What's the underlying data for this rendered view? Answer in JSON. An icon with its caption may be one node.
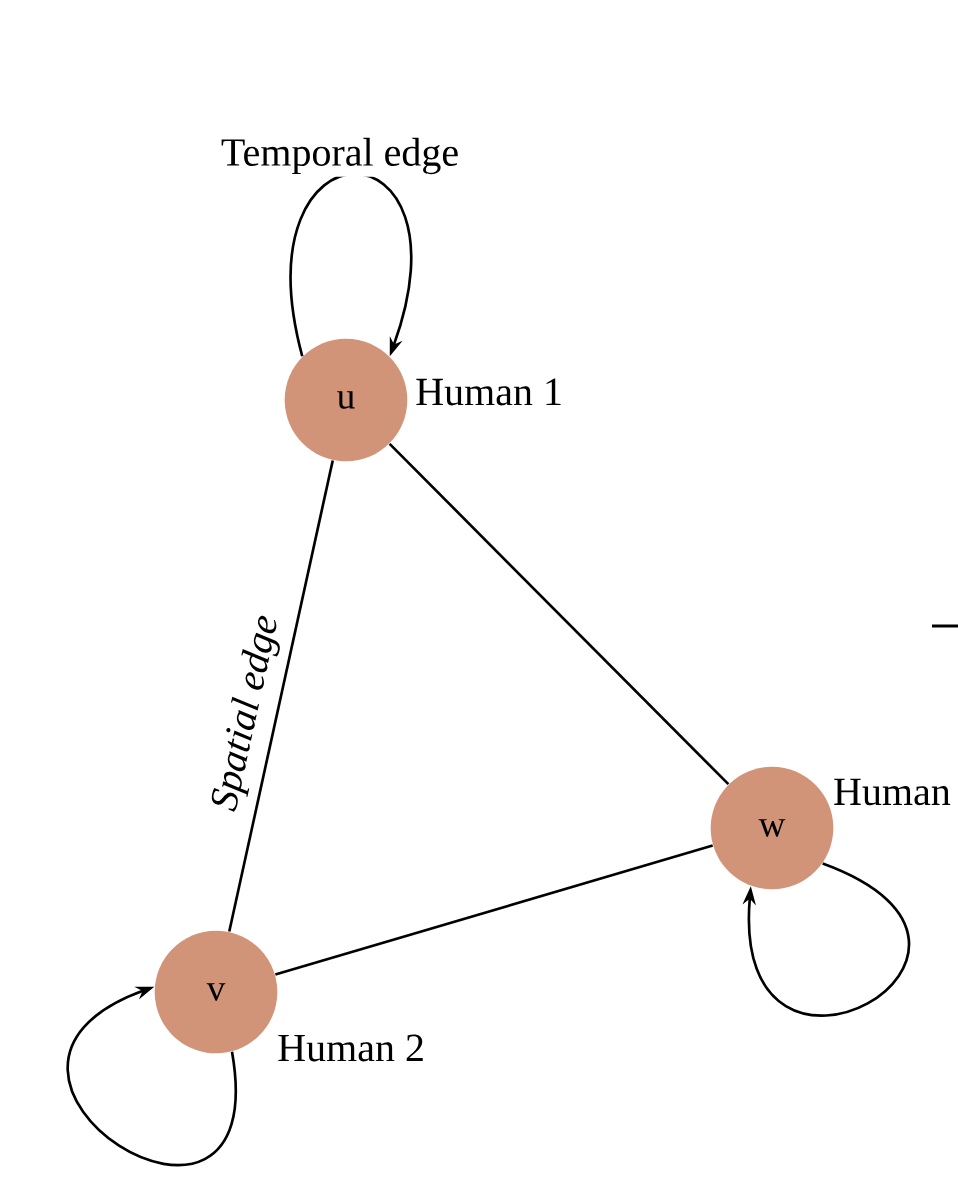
{
  "diagram": {
    "nodes": [
      {
        "text": [
          "u"
        ],
        "beside": [
          "Human 1"
        ]
      },
      {
        "text": [
          "v"
        ],
        "beside": [
          "Human 2"
        ]
      },
      {
        "text": [
          "w"
        ],
        "beside": [
          "Human"
        ]
      }
    ],
    "edges": [
      {
        "from": 0,
        "to": 0,
        "arrow": "to",
        "label": "Temporal edge"
      },
      {
        "from": 0,
        "to": 1,
        "arrow": "none",
        "label": "Spatial edge"
      },
      {
        "from": 0,
        "to": 2,
        "arrow": "none"
      },
      {
        "from": 1,
        "to": 2,
        "arrow": "none"
      },
      {
        "from": 1,
        "to": 1,
        "arrow": "to"
      },
      {
        "from": 2,
        "to": 2,
        "arrow": "to"
      }
    ]
  }
}
